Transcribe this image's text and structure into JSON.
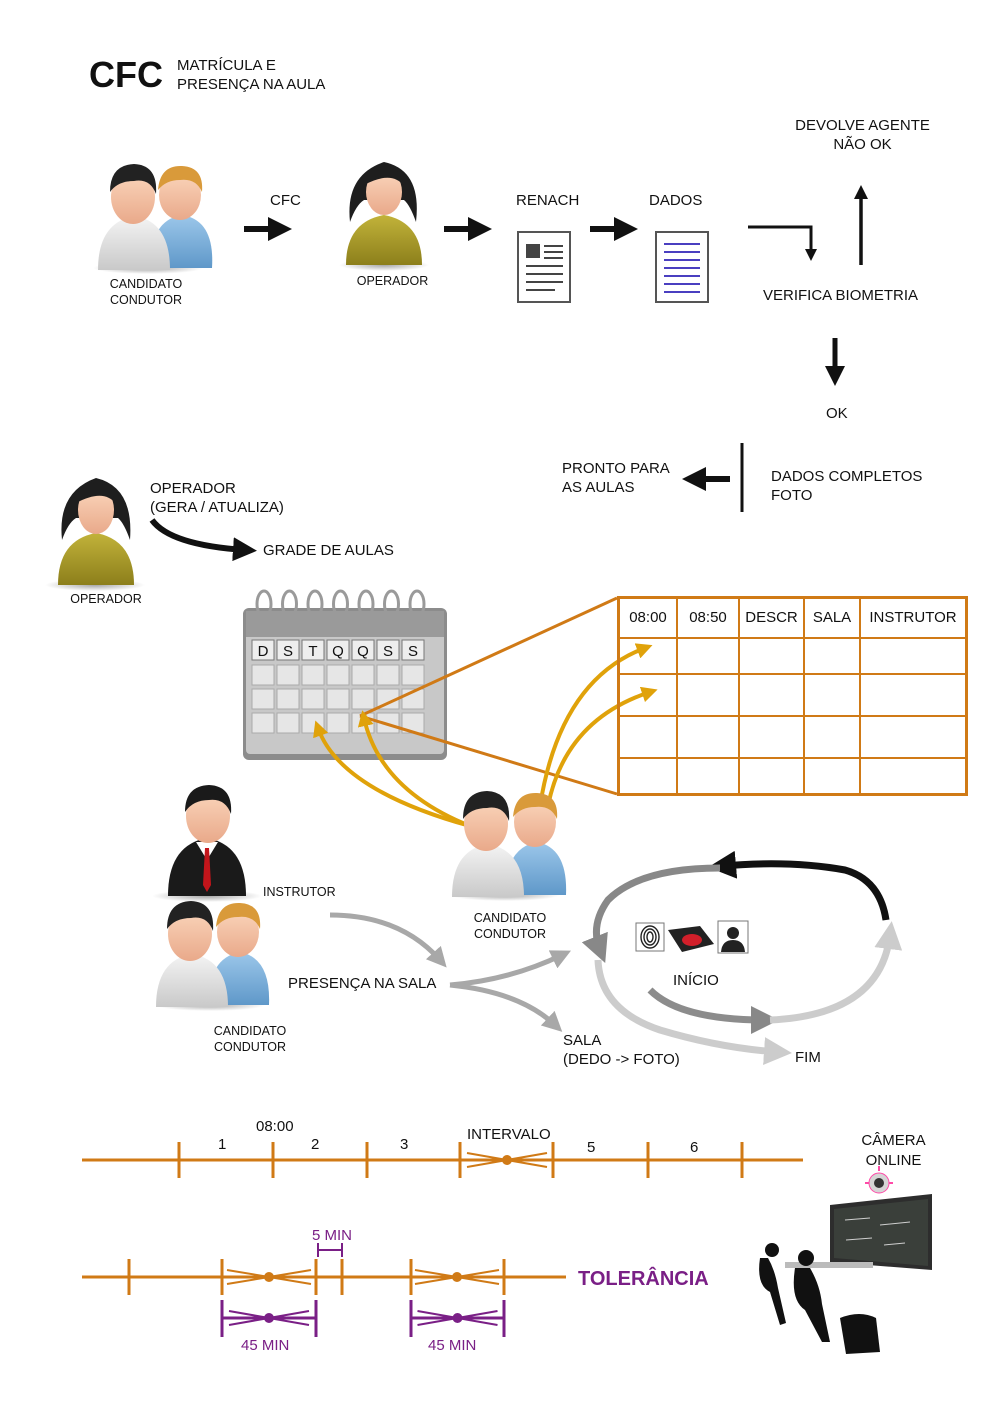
{
  "header": {
    "title": "CFC",
    "subtitle_line1": "MATRÍCULA E",
    "subtitle_line2": "PRESENÇA NA AULA"
  },
  "flow1": {
    "candidate_label_1": "CANDIDATO",
    "candidate_label_2": "CONDUTOR",
    "cfc_label": "CFC",
    "operator_label": "OPERADOR",
    "renach_label": "RENACH",
    "dados_label": "DADOS",
    "return_label_1": "DEVOLVE AGENTE",
    "return_label_2": "NÃO OK",
    "verify_label": "VERIFICA BIOMETRIA",
    "ok_label": "OK",
    "complete_label_1": "DADOS COMPLETOS",
    "complete_label_2": "FOTO",
    "ready_label_1": "PRONTO PARA",
    "ready_label_2": "AS AULAS"
  },
  "flow2": {
    "operator_label_1": "OPERADOR",
    "operator_label_2": "(GERA / ATUALIZA)",
    "operator_caption": "OPERADOR",
    "grade_label": "GRADE DE AULAS",
    "calendar_days": [
      "D",
      "S",
      "T",
      "Q",
      "Q",
      "S",
      "S"
    ],
    "table_headers": [
      "08:00",
      "08:50",
      "DESCR",
      "SALA",
      "INSTRUTOR"
    ],
    "candidate_label_1": "CANDIDATO",
    "candidate_label_2": "CONDUTOR"
  },
  "flow3": {
    "instructor_label": "INSTRUTOR",
    "candidate_label_1": "CANDIDATO",
    "candidate_label_2": "CONDUTOR",
    "presence_label": "PRESENÇA NA SALA",
    "room_label_1": "SALA",
    "room_label_2": "(DEDO -> FOTO)",
    "start_label": "INÍCIO",
    "end_label": "FIM"
  },
  "timeline": {
    "time_label": "08:00",
    "slots": [
      "1",
      "2",
      "3",
      "5",
      "6"
    ],
    "interval_label": "INTERVALO",
    "camera_label_1": "CÂMERA",
    "camera_label_2": "ONLINE",
    "five_min": "5 MIN",
    "tolerance_label": "TOLERÂNCIA",
    "duration_a": "45 MIN",
    "duration_b": "45 MIN"
  },
  "colors": {
    "orange": "#d07a16",
    "gold": "#e0a20a",
    "purple": "#7a1f86",
    "black": "#111111",
    "grey": "#9a9a9a"
  }
}
